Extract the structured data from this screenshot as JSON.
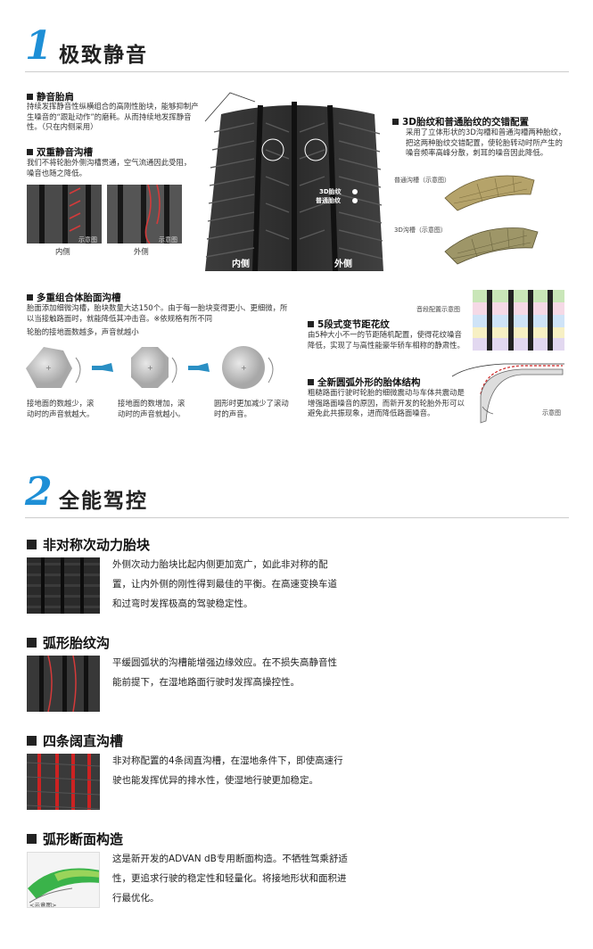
{
  "sec1": {
    "num": "1",
    "title": "极致静音",
    "shoulder": {
      "title": "静音胎肩",
      "text": "持续发挥静音性纵横组合的高刚性胎块，能够抑制产生噪音的“跟趾动作”的磨耗。从而持续地发挥静音性。（只在内侧采用）"
    },
    "double_groove": {
      "title": "双重静音沟槽",
      "text": "我们不将轮胎外侧沟槽贯通，空气流通因此受阻，噪音也随之降低。",
      "img_inner": "内侧",
      "img_outer": "外侧",
      "sample": "示意图"
    },
    "tire_labels": {
      "pattern_3d": "3D胎纹",
      "pattern_normal": "普通胎纹",
      "inner": "内侧",
      "outer": "外侧"
    },
    "pattern3d": {
      "title": "3D胎纹和普通胎纹的交错配置",
      "text": "采用了立体形状的3D沟槽和普通沟槽两种胎纹，把这两种胎纹交错配置，使轮胎转动时所产生的噪音频率高峰分散，刺耳的噪音因此降低。",
      "normal_label": "普通沟槽（示意图）",
      "label_3d": "3D沟槽（示意图）"
    },
    "multi": {
      "title": "多重组合体胎面沟槽",
      "text": "胎面添加细微沟槽，胎块数量大达150个。由于每一胎块变得更小、更细微，所以当接触路面时，就能降低其冲击音。※依规格有所不同",
      "sub": "轮胎的接地面数越多，声音就越小",
      "caps": [
        "接地面的数越少，滚动时的声音就越大。",
        "接地面的数增加，滚动时的声音就越小。",
        "圆形时更加减少了滚动时的声音。"
      ]
    },
    "pitch": {
      "title": "5段式变节距花纹",
      "text": "由5种大小不一的节距随机配置，使得花纹噪音降低，实现了与高性能豪华轿车相称的静肃性。",
      "diagram_label": "音段配置示意图"
    },
    "arc": {
      "title": "全新圆弧外形的胎体结构",
      "text": "粗糙路面行驶时轮胎的细微震动与车体共震动是增强路面噪音的原因，而新开发的轮胎外形可以避免此共振现象，进而降低路面噪音。",
      "sample": "示意图"
    }
  },
  "sec2": {
    "num": "2",
    "title": "全能驾控",
    "items": [
      {
        "title": "非对称次动力胎块",
        "text": "外侧次动力胎块比起内侧更加宽广，如此非对称的配置，让内外侧的刚性得到最佳的平衡。在高速变换车道和过弯时发挥极高的驾驶稳定性。"
      },
      {
        "title": "弧形胎纹沟",
        "text": "平缓圆弧状的沟槽能增强边缘效应。在不损失高静音性能前提下，在湿地路面行驶时发挥高操控性。"
      },
      {
        "title": "四条阔直沟槽",
        "text": "非对称配置的4条阔直沟槽，在湿地条件下，即使高速行驶也能发挥优异的排水性，使湿地行驶更加稳定。"
      },
      {
        "title": "弧形断面构造",
        "text": "这是新开发的ADVAN dB专用断面构造。不牺牲驾乘舒适性，更追求行驶的稳定性和轻量化。将接地形状和面积进行最优化。",
        "sample": "<示意图>"
      }
    ]
  },
  "colors": {
    "accent": "#1e8fd6",
    "arrow": "#2a8fc4"
  }
}
